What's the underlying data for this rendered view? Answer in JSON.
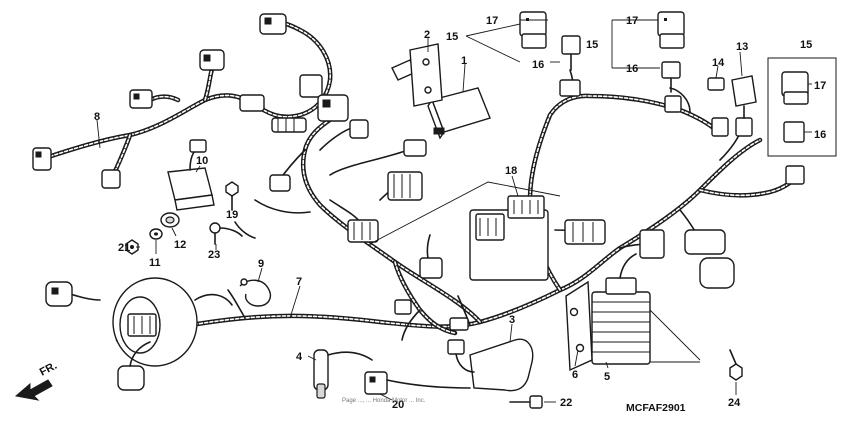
{
  "diagram": {
    "code": "MCFAF2901",
    "direction_label": "FR.",
    "watermark": "Page ..., ... Honda Motor ... Inc.",
    "callouts": [
      {
        "id": "c1",
        "text": "1"
      },
      {
        "id": "c2",
        "text": "2"
      },
      {
        "id": "c3",
        "text": "3"
      },
      {
        "id": "c4",
        "text": "4"
      },
      {
        "id": "c5",
        "text": "5"
      },
      {
        "id": "c6",
        "text": "6"
      },
      {
        "id": "c7",
        "text": "7"
      },
      {
        "id": "c8",
        "text": "8"
      },
      {
        "id": "c9",
        "text": "9"
      },
      {
        "id": "c10",
        "text": "10"
      },
      {
        "id": "c11",
        "text": "11"
      },
      {
        "id": "c12",
        "text": "12"
      },
      {
        "id": "c13",
        "text": "13"
      },
      {
        "id": "c14",
        "text": "14"
      },
      {
        "id": "c15a",
        "text": "15"
      },
      {
        "id": "c15b",
        "text": "15"
      },
      {
        "id": "c15c",
        "text": "15"
      },
      {
        "id": "c16a",
        "text": "16"
      },
      {
        "id": "c16b",
        "text": "16"
      },
      {
        "id": "c16c",
        "text": "16"
      },
      {
        "id": "c17a",
        "text": "17"
      },
      {
        "id": "c17b",
        "text": "17"
      },
      {
        "id": "c17c",
        "text": "17"
      },
      {
        "id": "c18",
        "text": "18"
      },
      {
        "id": "c19",
        "text": "19"
      },
      {
        "id": "c20",
        "text": "20"
      },
      {
        "id": "c21",
        "text": "21"
      },
      {
        "id": "c22",
        "text": "22"
      },
      {
        "id": "c23",
        "text": "23"
      },
      {
        "id": "c24",
        "text": "24"
      }
    ]
  }
}
